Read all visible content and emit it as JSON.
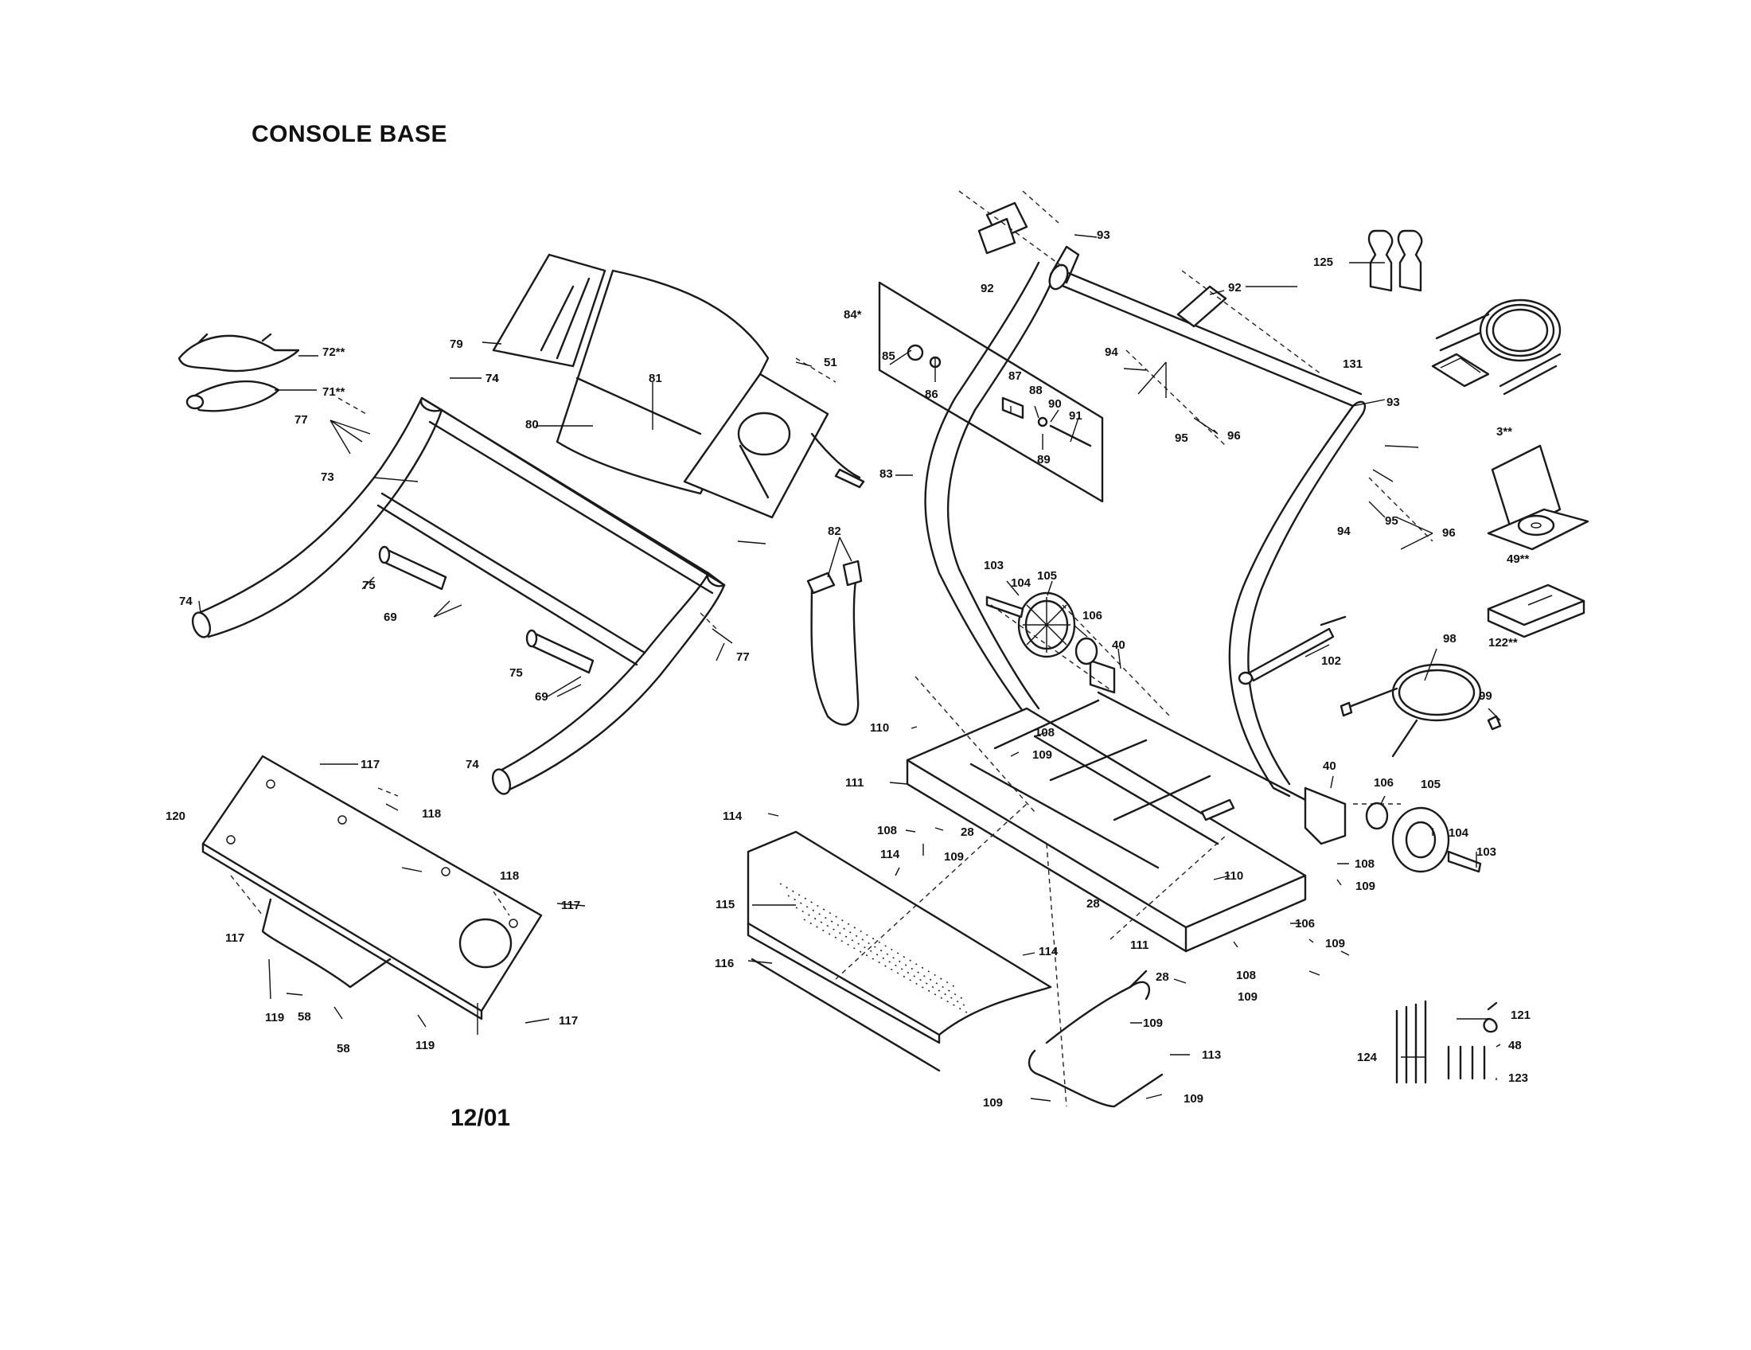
{
  "title": "CONSOLE BASE",
  "date_code": "12/01",
  "callouts": [
    "72**",
    "71**",
    "77",
    "73",
    "74",
    "74",
    "74",
    "74",
    "79",
    "80",
    "81",
    "51",
    "75",
    "75",
    "69",
    "69",
    "77",
    "82",
    "84*",
    "85",
    "86",
    "87",
    "88",
    "90",
    "91",
    "89",
    "83",
    "92",
    "93",
    "92",
    "94",
    "95",
    "96",
    "94",
    "95",
    "96",
    "93",
    "131",
    "125",
    "3**",
    "49**",
    "122**",
    "103",
    "104",
    "105",
    "106",
    "40",
    "102",
    "98",
    "99",
    "110",
    "108",
    "109",
    "111",
    "108",
    "28",
    "109",
    "114",
    "114",
    "115",
    "116",
    "114",
    "40",
    "106",
    "105",
    "104",
    "103",
    "108",
    "109",
    "110",
    "28",
    "106",
    "109",
    "111",
    "28",
    "108",
    "109",
    "109",
    "113",
    "109",
    "109",
    "117",
    "118",
    "120",
    "118",
    "117",
    "117",
    "119",
    "58",
    "58",
    "119",
    "117",
    "121",
    "124",
    "48",
    "123"
  ]
}
